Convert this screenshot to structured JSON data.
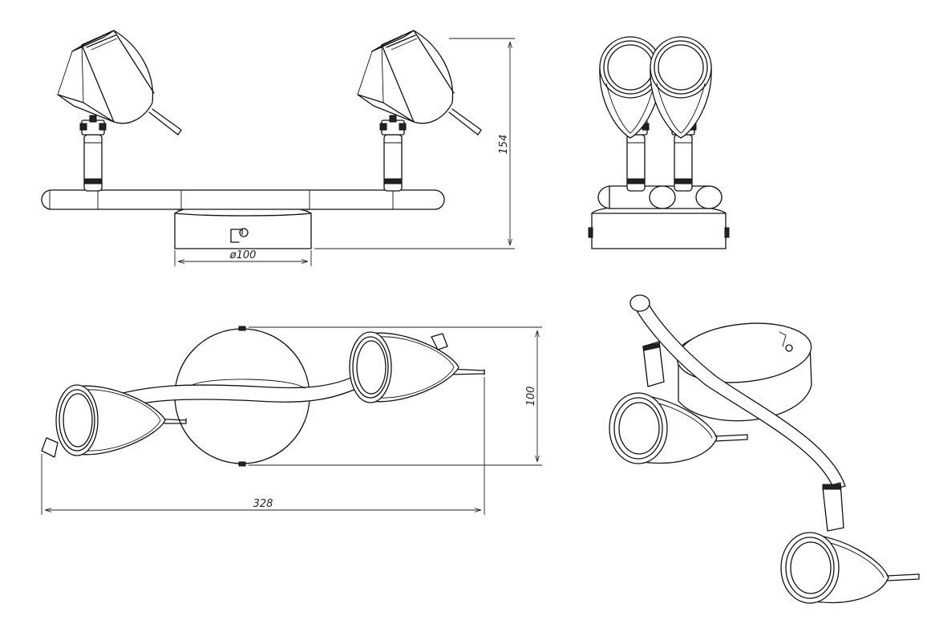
{
  "drawing": {
    "views": [
      "front-view",
      "side-view",
      "top-view",
      "perspective-view"
    ],
    "dimensions": {
      "base_diameter": "ø100",
      "height": "154",
      "depth": "100",
      "length": "328"
    },
    "colors": {
      "line": "#111111",
      "background": "#ffffff"
    }
  }
}
